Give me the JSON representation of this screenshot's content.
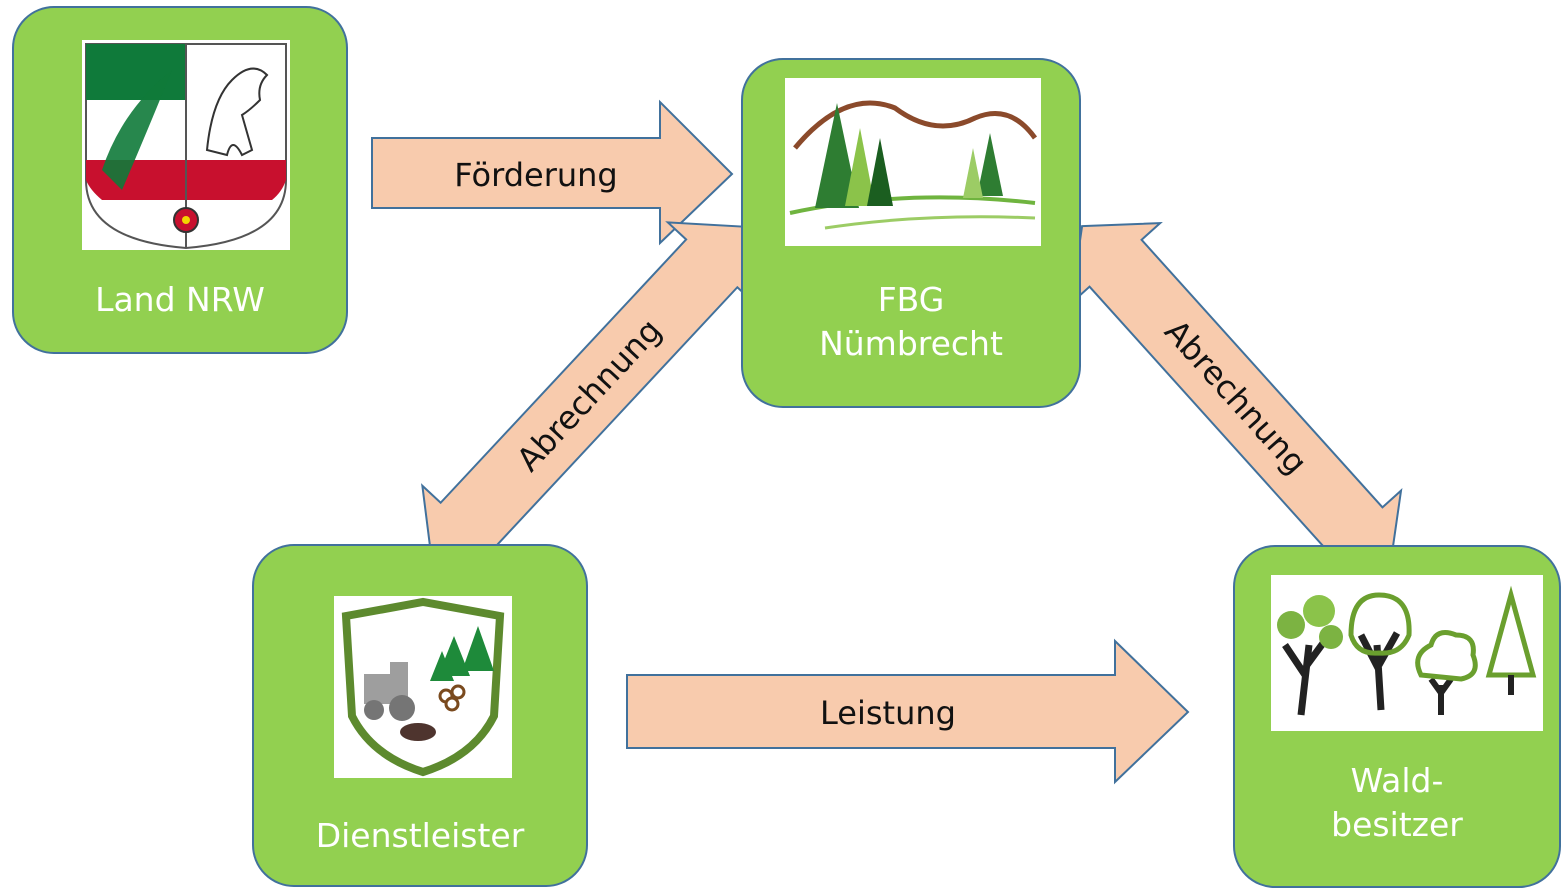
{
  "diagram": {
    "nodes": {
      "land_nrw": {
        "label": "Land NRW",
        "image": "nrw-coat-of-arms-icon"
      },
      "fbg": {
        "label": "FBG\nNümbrecht",
        "image": "forest-landscape-logo-icon"
      },
      "dienstleister": {
        "label": "Dienstleister",
        "image": "forestry-service-shield-icon"
      },
      "waldbesitzer": {
        "label": "Wald-\nbesitzer",
        "image": "trees-icon"
      }
    },
    "edges": [
      {
        "from": "land_nrw",
        "to": "fbg",
        "label": "Förderung",
        "direction": "one-way"
      },
      {
        "from": "fbg",
        "to": "dienstleister",
        "label": "Abrechnung",
        "direction": "two-way"
      },
      {
        "from": "fbg",
        "to": "waldbesitzer",
        "label": "Abrechnung",
        "direction": "two-way"
      },
      {
        "from": "dienstleister",
        "to": "waldbesitzer",
        "label": "Leistung",
        "direction": "one-way"
      }
    ],
    "colors": {
      "node_fill": "#92d050",
      "node_border": "#41719c",
      "arrow_fill": "#f8cbad",
      "label_text": "#ffffff"
    }
  }
}
